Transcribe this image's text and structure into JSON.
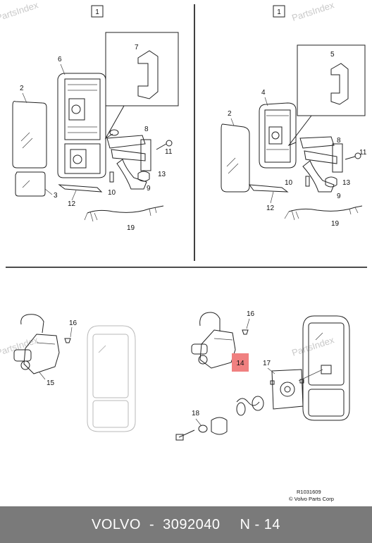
{
  "watermark": "PartsIndex",
  "panel_tl": {
    "box_label": "1",
    "parts": {
      "p2": "2",
      "p3": "3",
      "p6": "6",
      "p7": "7",
      "p8": "8",
      "p9": "9",
      "p10": "10",
      "p11": "11",
      "p12": "12",
      "p13": "13",
      "p19": "19"
    }
  },
  "panel_tr": {
    "box_label": "1",
    "parts": {
      "p2": "2",
      "p4": "4",
      "p5": "5",
      "p8": "8",
      "p9": "9",
      "p10": "10",
      "p11": "11",
      "p12": "12",
      "p13": "13",
      "p19": "19"
    }
  },
  "panel_bl": {
    "parts": {
      "p15": "15",
      "p16": "16"
    }
  },
  "panel_br": {
    "parts": {
      "p14": "14",
      "p16": "16",
      "p17": "17",
      "p18": "18"
    }
  },
  "highlight": {
    "color": "#f08080"
  },
  "ref": {
    "code": "R1031609",
    "copyright": "© Volvo Parts Corp"
  },
  "footer": {
    "brand": "VOLVO",
    "separator": "-",
    "part_number": "3092040",
    "page": "N - 14"
  }
}
